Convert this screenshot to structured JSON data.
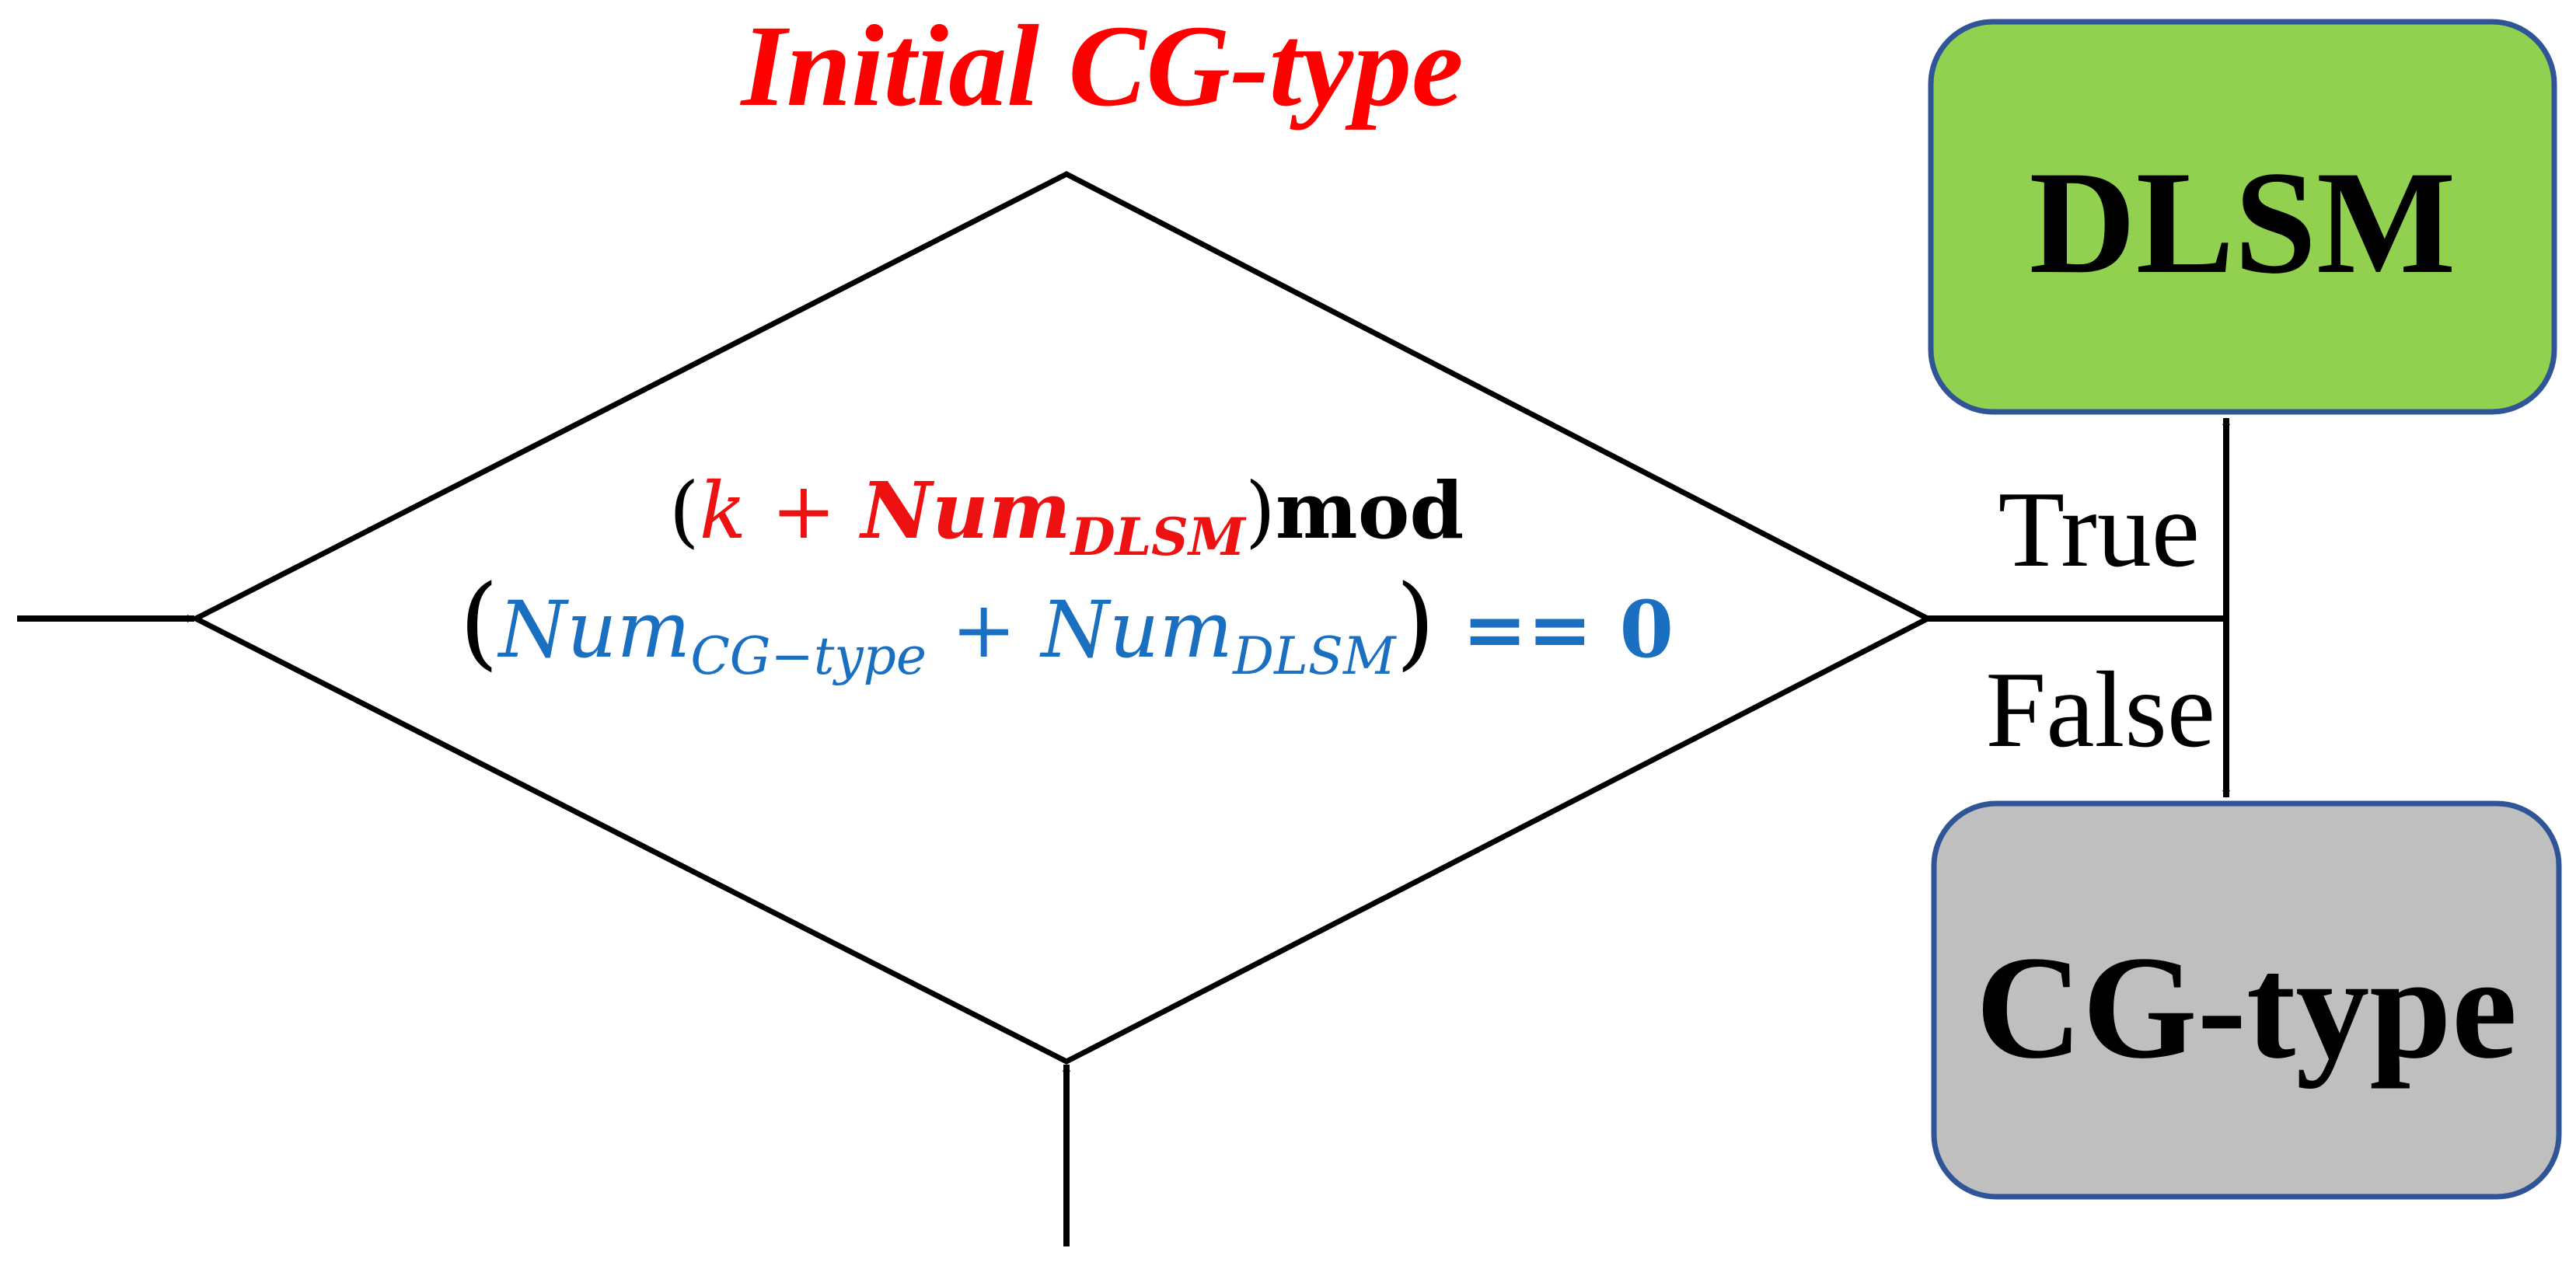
{
  "title": "Initial CG-type",
  "condition": {
    "line1": {
      "open": "(",
      "k_plus": "k + ",
      "num": "Num",
      "dlsm_sub": "DLSM",
      "close": ")",
      "mod": "mod"
    },
    "line2": {
      "open": "(",
      "num_a": "Num",
      "cgtype_sub": "CG−type",
      "plus": " + ",
      "num_b": "Num",
      "dlsm_sub": "DLSM",
      "close": ")",
      "equals": " == ",
      "zero": "0"
    }
  },
  "boxes": {
    "dlsm": "DLSM",
    "cgtype": "CG-type"
  },
  "branches": {
    "true": "True",
    "false": "False"
  },
  "colors": {
    "title": "#ff0000",
    "red_term": "#ee1111",
    "blue_term": "#1a6fc0",
    "dlsm_box_fill": "#92d050",
    "cgtype_box_fill": "#bfbfbf",
    "box_border": "#2f5597",
    "lines": "#000000"
  }
}
